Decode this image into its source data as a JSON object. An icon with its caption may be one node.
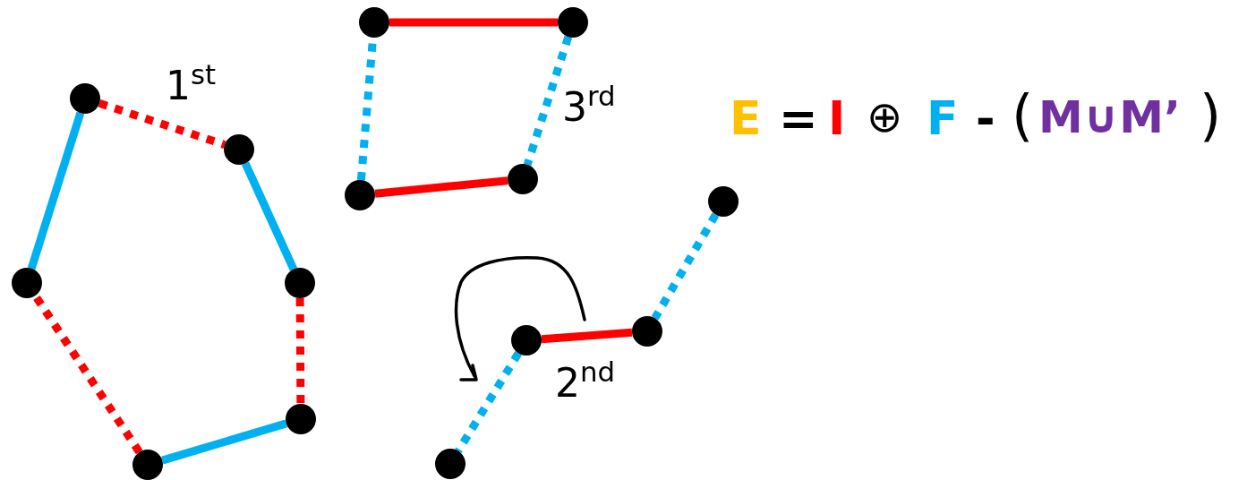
{
  "diagram": {
    "nodes": [
      {
        "text": [],
        "shape": "circle"
      },
      {
        "text": [],
        "shape": "circle"
      },
      {
        "text": [],
        "shape": "circle"
      },
      {
        "text": [],
        "shape": "circle"
      },
      {
        "text": [],
        "shape": "circle"
      },
      {
        "text": [],
        "shape": "circle"
      },
      {
        "text": [],
        "shape": "circle"
      },
      {
        "text": [],
        "shape": "circle"
      },
      {
        "text": [],
        "shape": "circle"
      },
      {
        "text": [],
        "shape": "circle"
      },
      {
        "text": [],
        "shape": "circle"
      },
      {
        "text": [],
        "shape": "circle"
      },
      {
        "text": [],
        "shape": "circle"
      },
      {
        "text": [],
        "shape": "circle"
      }
    ],
    "edges": [
      {
        "from": 2,
        "to": 3,
        "arrow": "none",
        "style": "dashed",
        "color": "#ff0000"
      },
      {
        "from": 3,
        "to": 8,
        "arrow": "none",
        "color": "#00b0f0"
      },
      {
        "from": 8,
        "to": 11,
        "arrow": "none",
        "style": "dashed",
        "color": "#ff0000"
      },
      {
        "from": 11,
        "to": 12,
        "arrow": "none",
        "color": "#00b0f0"
      },
      {
        "from": 12,
        "to": 7,
        "arrow": "none",
        "style": "dashed",
        "color": "#ff0000"
      },
      {
        "from": 7,
        "to": 2,
        "arrow": "none",
        "color": "#00b0f0"
      },
      {
        "from": 0,
        "to": 1,
        "arrow": "none",
        "color": "#ff0000"
      },
      {
        "from": 1,
        "to": 4,
        "arrow": "none",
        "style": "dashed",
        "color": "#00b0f0"
      },
      {
        "from": 4,
        "to": 5,
        "arrow": "none",
        "color": "#ff0000"
      },
      {
        "from": 5,
        "to": 0,
        "arrow": "none",
        "style": "dashed",
        "color": "#00b0f0"
      },
      {
        "from": 6,
        "to": 9,
        "arrow": "none",
        "style": "dashed",
        "color": "#00b0f0"
      },
      {
        "from": 9,
        "to": 10,
        "arrow": "none",
        "color": "#ff0000"
      },
      {
        "from": 10,
        "to": 13,
        "arrow": "none",
        "style": "dashed",
        "color": "#00b0f0"
      }
    ],
    "labels": [
      "1$^{st}$",
      "3$^{rd}$",
      "E",
      "=",
      "I",
      "⊕",
      "F",
      "-",
      "(",
      "M∪M’",
      ")",
      "2$^{nd}$"
    ]
  }
}
